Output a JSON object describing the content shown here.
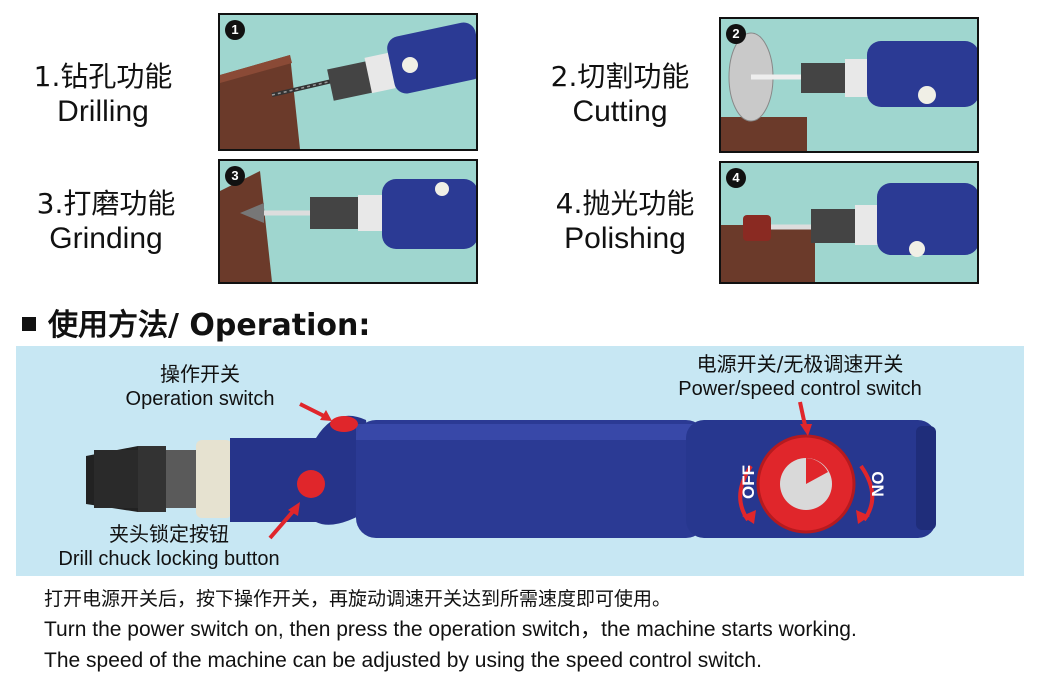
{
  "functions": [
    {
      "number": "1",
      "zh": "1.钻孔功能",
      "en": "Drilling"
    },
    {
      "number": "2",
      "zh": "2.切割功能",
      "en": "Cutting"
    },
    {
      "number": "3",
      "zh": "3.打磨功能",
      "en": "Grinding"
    },
    {
      "number": "4",
      "zh": "4.抛光功能",
      "en": "Polishing"
    }
  ],
  "section": {
    "title": "使用方法/ Operation:"
  },
  "callouts": {
    "operation_switch": {
      "zh": "操作开关",
      "en": "Operation switch"
    },
    "power_switch": {
      "zh": "电源开关/无极调速开关",
      "en": "Power/speed control switch"
    },
    "chuck_button": {
      "zh": "夹头锁定按钮",
      "en": "Drill chuck locking button"
    }
  },
  "dial": {
    "off_label": "OFF",
    "on_label": "ON"
  },
  "instructions": {
    "zh": "打开电源开关后，按下操作开关，再旋动调速开关达到所需速度即可使用。",
    "en1": "Turn the power switch on, then press the operation switch，the machine starts working.",
    "en2": "The speed of the machine can be adjusted by using the speed control switch."
  },
  "colors": {
    "panel": "#c7e7f3",
    "tool_body": "#2b3a94",
    "accent_red": "#e0262b",
    "photo_bg": "#9fd6cf",
    "wood": "#6b3a2a"
  }
}
